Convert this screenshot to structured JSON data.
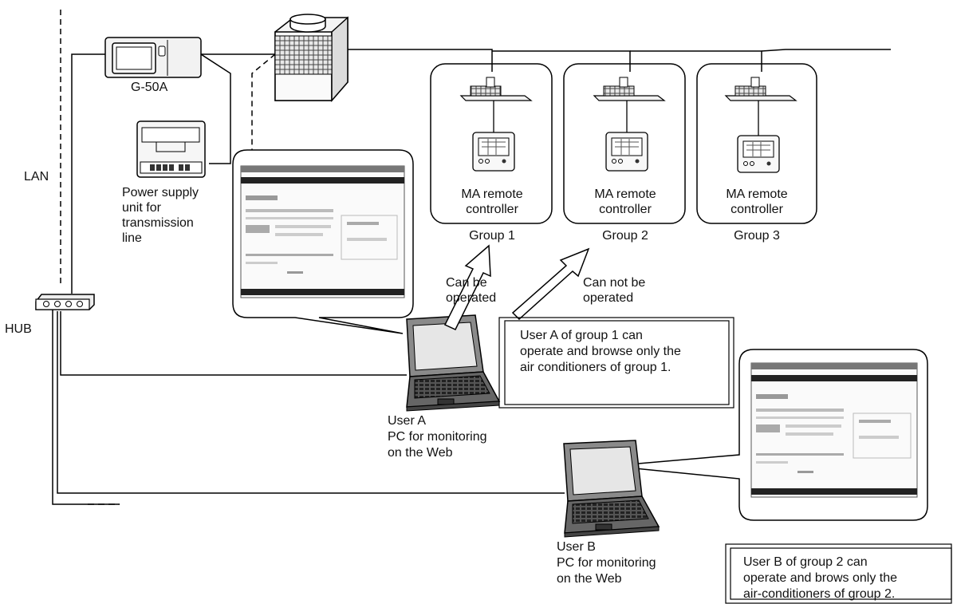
{
  "labels": {
    "g50a": "G-50A",
    "lan": "LAN",
    "hub": "HUB",
    "power_supply": [
      "Power supply",
      "unit for",
      "transmission",
      "line"
    ],
    "ma_remote": [
      "MA remote",
      "controller"
    ],
    "groups": [
      "Group 1",
      "Group 2",
      "Group 3"
    ],
    "can_be_operated": [
      "Can be",
      "operated"
    ],
    "can_not_be_operated": [
      "Can not be",
      "operated"
    ],
    "user_a": [
      "User A",
      "PC for monitoring",
      "on the Web"
    ],
    "user_b": [
      "User B",
      "PC for monitoring",
      "on the Web"
    ]
  },
  "notes": {
    "user_a": [
      "User A of group 1 can",
      "operate and browse only the",
      "air conditioners of group 1."
    ],
    "user_b": [
      "User B of group 2 can",
      "operate and brows only the",
      "air-conditioners of group 2."
    ]
  }
}
